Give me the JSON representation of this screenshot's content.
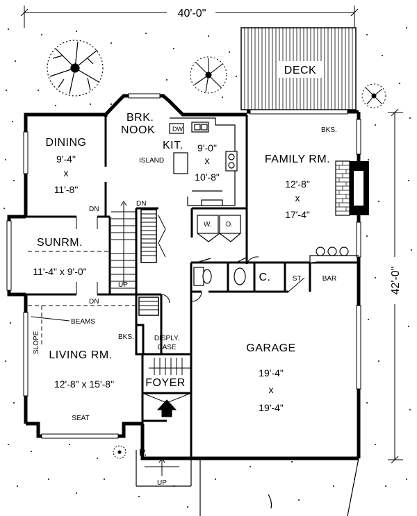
{
  "overall": {
    "width_dim": "40'-0\"",
    "depth_dim": "42'-0\""
  },
  "rooms": {
    "deck": {
      "name": "DECK"
    },
    "brk_nook": {
      "line1": "BRK.",
      "line2": "NOOK"
    },
    "dining": {
      "name": "DINING",
      "dim1": "9'-4\"",
      "by": "x",
      "dim2": "11'-8\""
    },
    "kitchen": {
      "name": "KIT.",
      "dim1": "9'-0\"",
      "by": "x",
      "dim2": "10'-8\"",
      "island": "ISLAND",
      "dw": "DW"
    },
    "family": {
      "name": "FAMILY RM.",
      "dim1": "12'-8\"",
      "by": "x",
      "dim2": "17'-4\"",
      "bks": "BKS."
    },
    "sunroom": {
      "name": "SUNRM.",
      "dims": "11'-4\" x 9'-0\""
    },
    "laundry": {
      "w": "W.",
      "d": "D."
    },
    "closet": {
      "name": "C."
    },
    "storage": {
      "name": "ST."
    },
    "bar": {
      "name": "BAR"
    },
    "living": {
      "name": "LIVING RM.",
      "dims": "12'-8\" x 15'-8\"",
      "bks": "BKS.",
      "seat": "SEAT",
      "slope": "SLOPE",
      "beams": "BEAMS"
    },
    "display": {
      "line1": "DISPLY.",
      "line2": "CASE"
    },
    "foyer": {
      "name": "FOYER"
    },
    "garage": {
      "name": "GARAGE",
      "dim1": "19'-4\"",
      "by": "x",
      "dim2": "19'-4\""
    },
    "porch": {
      "name": "P."
    }
  },
  "stairs": {
    "dn1": "DN",
    "dn2": "DN",
    "dn3": "DN",
    "up1": "UP",
    "up2": "UP"
  }
}
